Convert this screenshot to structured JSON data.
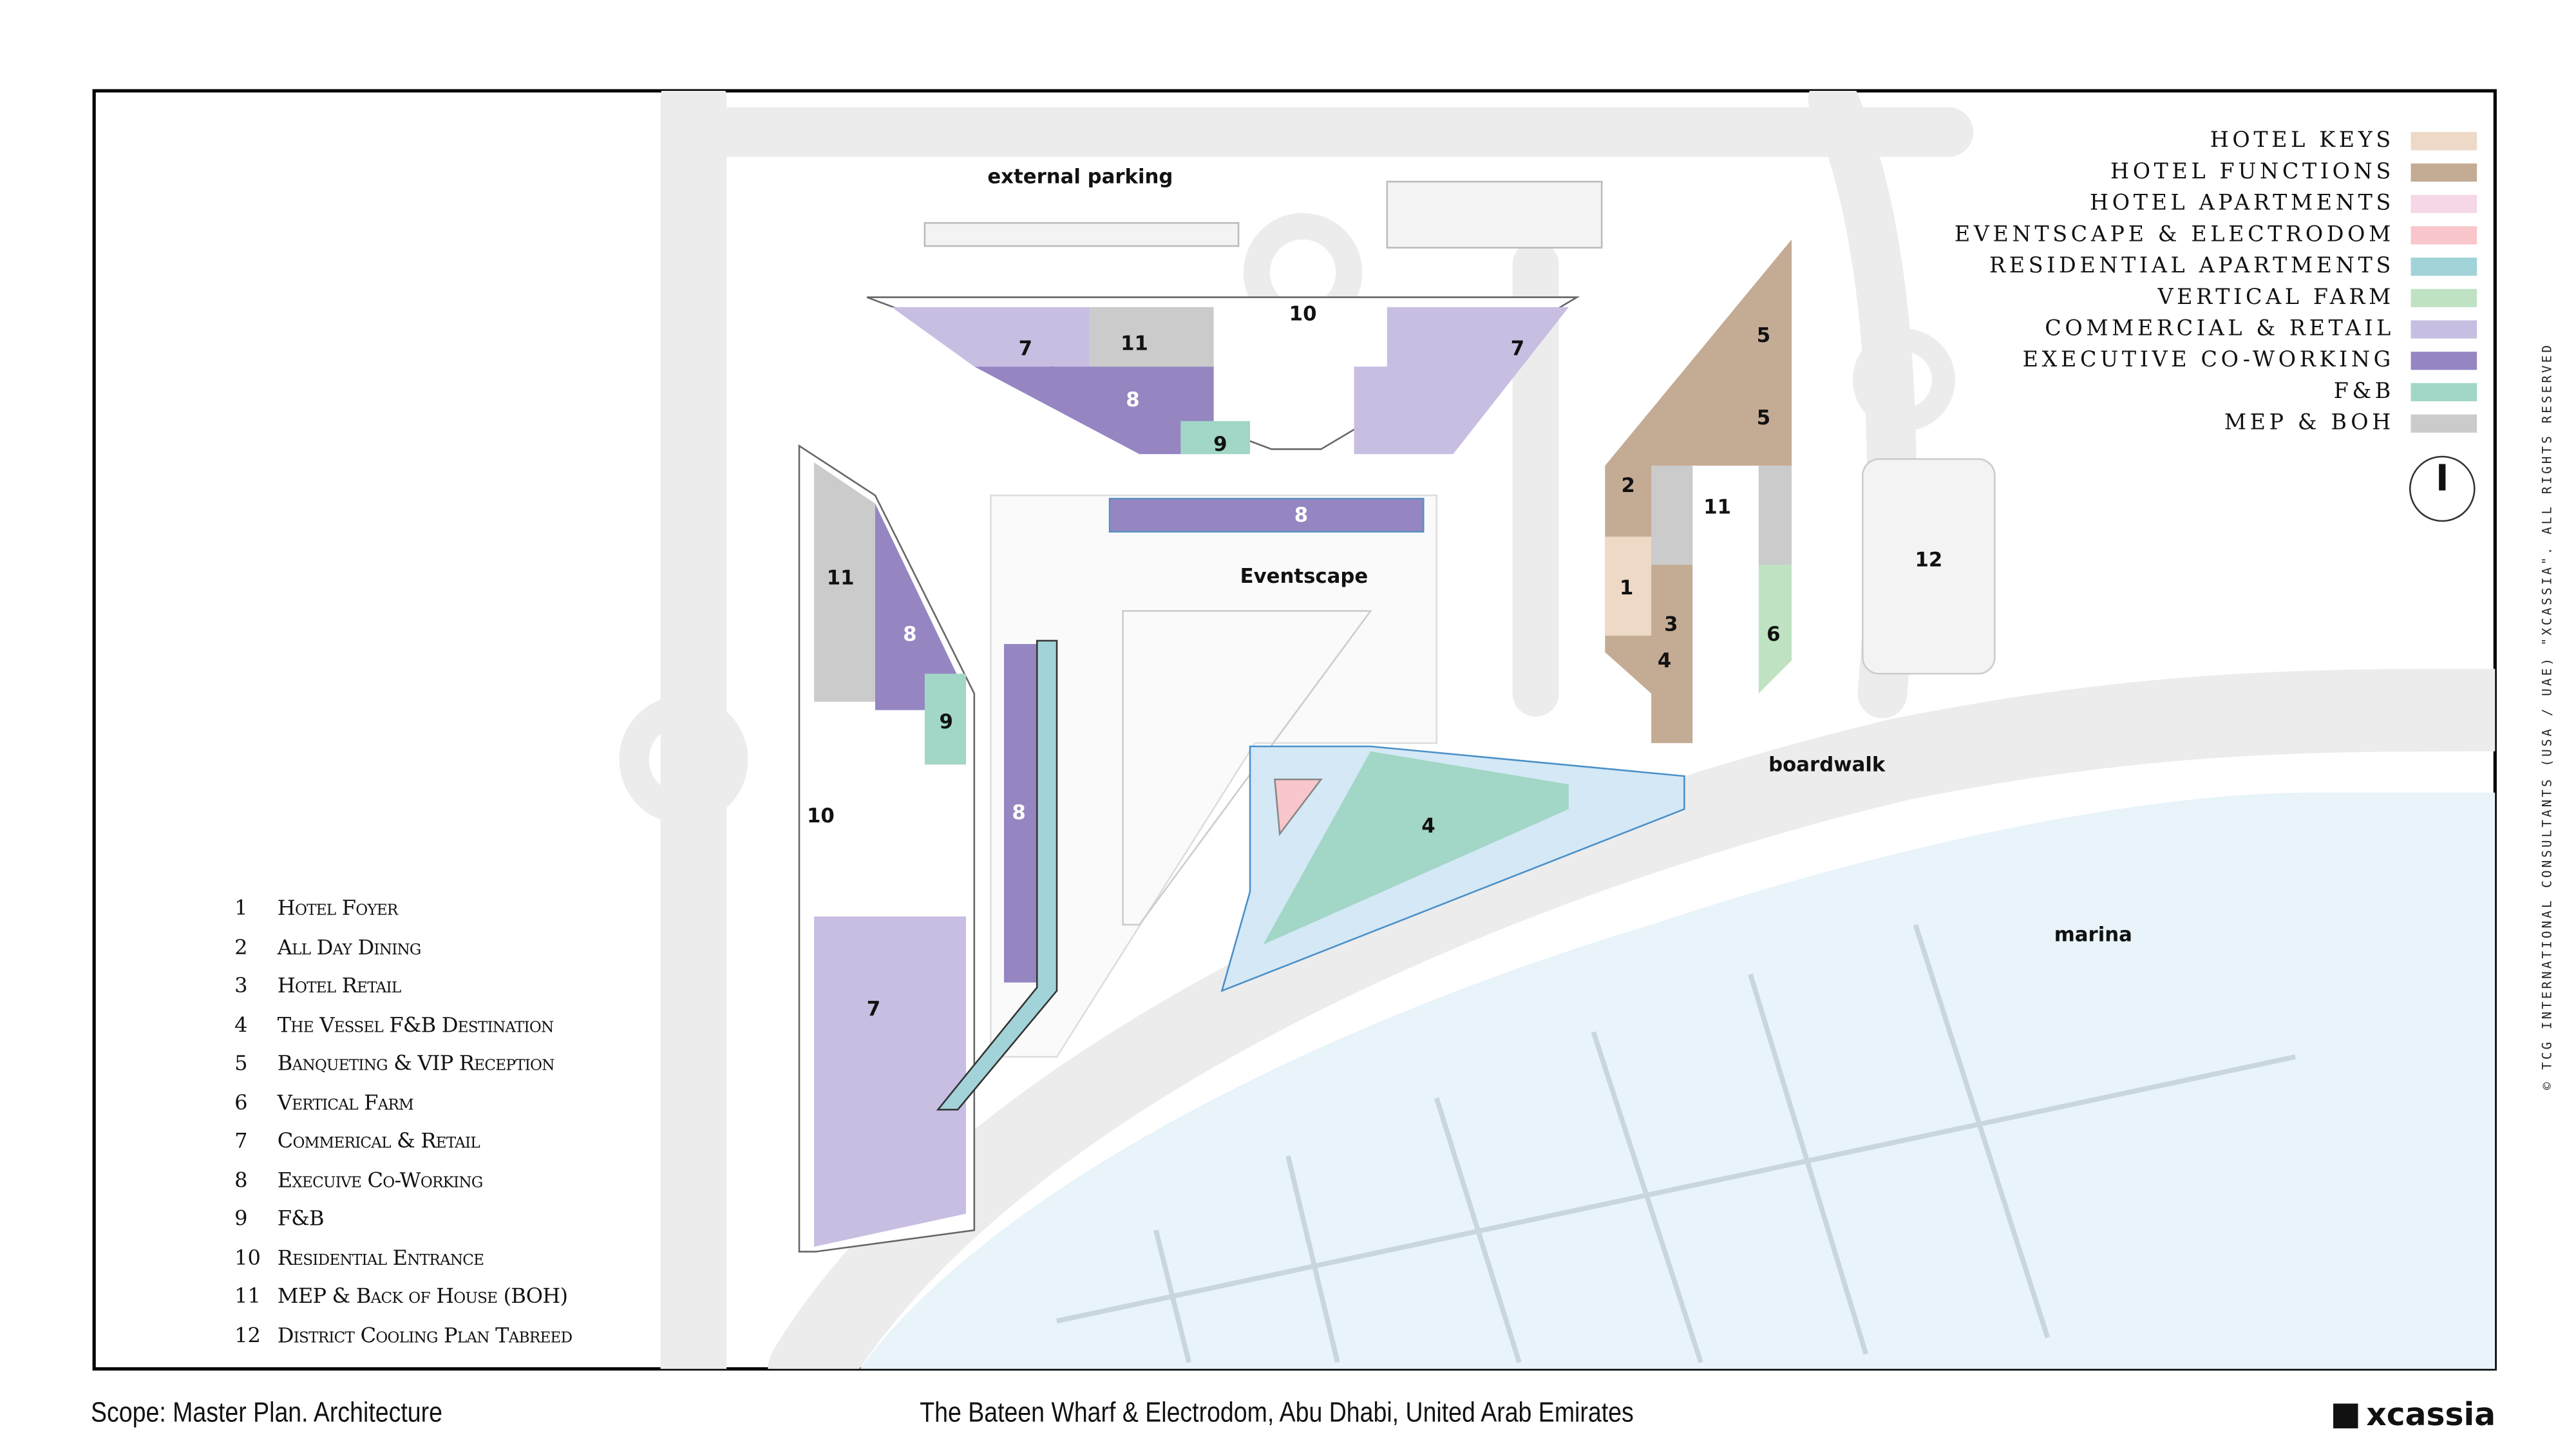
{
  "map": {
    "place_labels": {
      "external_parking": "external parking",
      "eventscape": "Eventscape",
      "boardwalk": "boardwalk",
      "marina": "marina"
    },
    "zone_numbers": [
      "10",
      "7",
      "11",
      "8",
      "9",
      "7",
      "8",
      "5",
      "5",
      "2",
      "11",
      "1",
      "3",
      "4",
      "6",
      "12",
      "11",
      "8",
      "9",
      "10",
      "8",
      "7",
      "4"
    ]
  },
  "legend": {
    "items": [
      {
        "label": "HOTEL KEYS",
        "color": "#edd9c6"
      },
      {
        "label": "HOTEL FUNCTIONS",
        "color": "#c4ab94"
      },
      {
        "label": "HOTEL APARTMENTS",
        "color": "#f5d7e8"
      },
      {
        "label": "EVENTSCAPE & ELECTRODOM",
        "color": "#f8c6cb"
      },
      {
        "label": "RESIDENTIAL APARTMENTS",
        "color": "#a2d3d9"
      },
      {
        "label": "VERTICAL FARM",
        "color": "#bfe2c3"
      },
      {
        "label": "COMMERCIAL & RETAIL",
        "color": "#c8bee2"
      },
      {
        "label": "EXECUTIVE CO-WORKING",
        "color": "#9586c2"
      },
      {
        "label": "F&B",
        "color": "#a2d6c6"
      },
      {
        "label": "MEP & BOH",
        "color": "#cbcbcb"
      }
    ]
  },
  "key": {
    "items": [
      {
        "n": "1",
        "label": "Hotel Foyer"
      },
      {
        "n": "2",
        "label": "All Day Dining"
      },
      {
        "n": "3",
        "label": "Hotel Retail"
      },
      {
        "n": "4",
        "label": "The Vessel F&B Destination"
      },
      {
        "n": "5",
        "label": "Banqueting & VIP Reception"
      },
      {
        "n": "6",
        "label": "Vertical Farm"
      },
      {
        "n": "7",
        "label": "Commerical & Retail"
      },
      {
        "n": "8",
        "label": "Execuive Co-Working"
      },
      {
        "n": "9",
        "label": "F&B"
      },
      {
        "n": "10",
        "label": "Residential Entrance"
      },
      {
        "n": "11",
        "label": "MEP & Back of House (BOH)"
      },
      {
        "n": "12",
        "label": "District Cooling Plan Tabreed"
      }
    ]
  },
  "copyright": "© TCG INTERNATIONAL CONSULTANTS (USA / UAE) \"XCASSIA\". ALL RIGHTS RESERVED",
  "footer": {
    "scope": "Scope: Master Plan. Architecture",
    "project": "The Bateen Wharf & Electrodom, Abu Dhabi, United Arab Emirates",
    "logo": "xcassia"
  }
}
